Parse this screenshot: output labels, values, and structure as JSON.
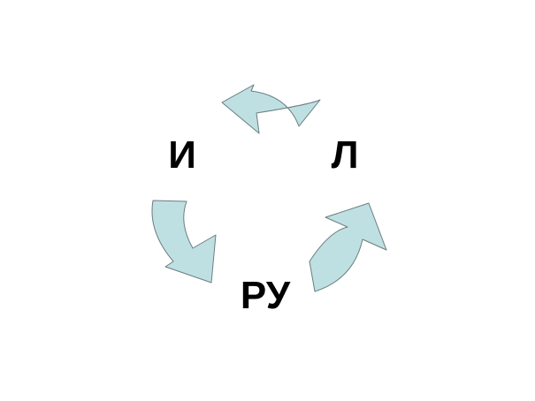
{
  "diagram": {
    "nodes": [
      {
        "id": "i",
        "label": "И"
      },
      {
        "id": "l",
        "label": "Л"
      },
      {
        "id": "ru",
        "label": "РУ"
      }
    ],
    "edges": [
      {
        "from": "l",
        "to": "i"
      },
      {
        "from": "i",
        "to": "ru"
      },
      {
        "from": "ru",
        "to": "l"
      }
    ],
    "colors": {
      "arrow_fill": "#bfe0e2",
      "arrow_stroke": "#6a7e80",
      "label": "#000000",
      "background": "#ffffff"
    }
  }
}
